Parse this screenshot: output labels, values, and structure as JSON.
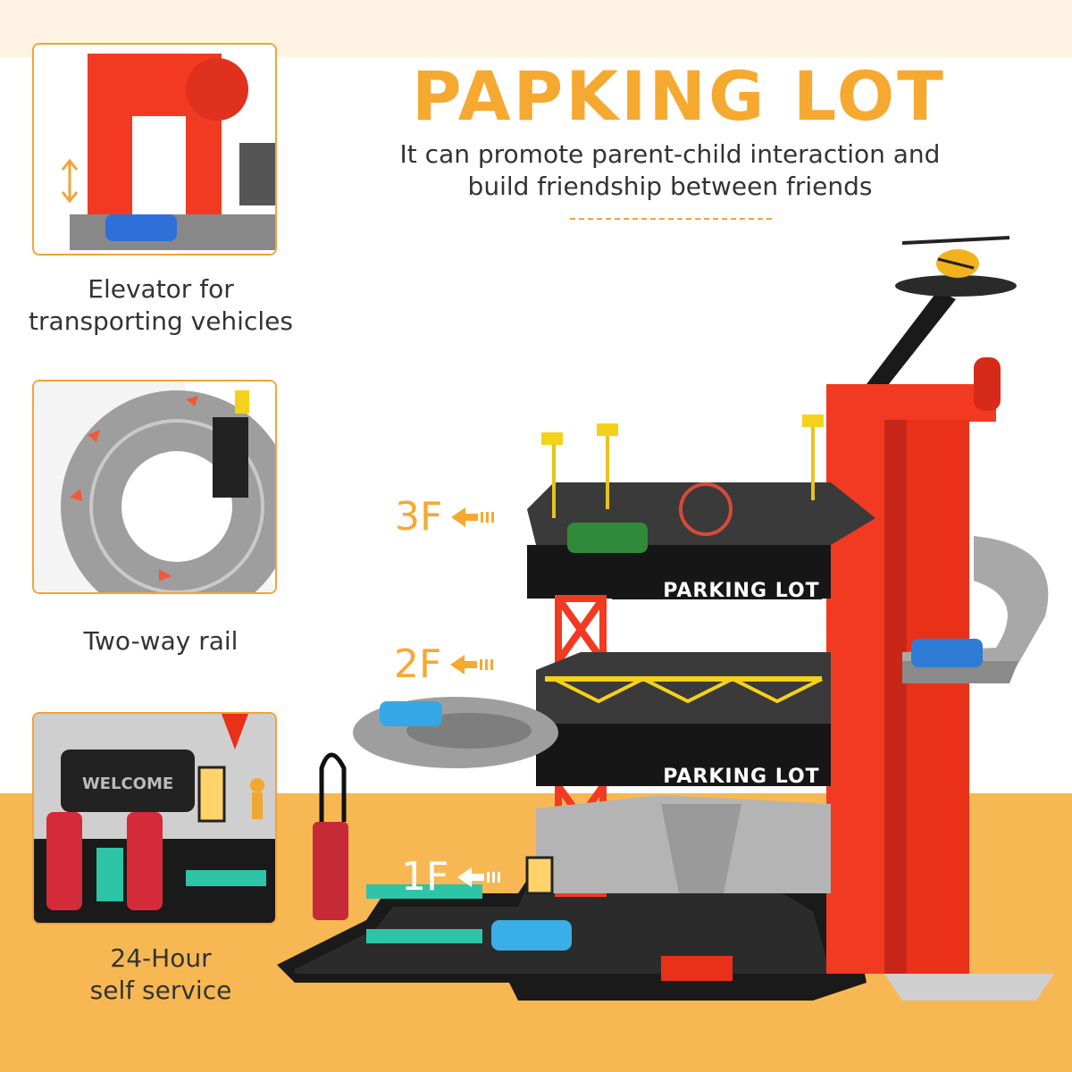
{
  "header": {
    "title": "PAPKING LOT",
    "subtitle_line1": "It can promote parent-child interaction and",
    "subtitle_line2": "build friendship between friends"
  },
  "features": [
    {
      "caption_line1": "Elevator for",
      "caption_line2": "transporting vehicles",
      "icon": "elevator-thumbnail"
    },
    {
      "caption_line1": "Two-way rail",
      "caption_line2": "",
      "icon": "spiral-rail-thumbnail"
    },
    {
      "caption_line1": "24-Hour",
      "caption_line2": "self service",
      "icon": "car-wash-thumbnail"
    }
  ],
  "floors": [
    {
      "label": "3F"
    },
    {
      "label": "2F"
    },
    {
      "label": "1F"
    }
  ],
  "product": {
    "sign_text": "PARKING LOT",
    "welcome_text": "WELCOME"
  },
  "colors": {
    "accent": "#f6a930",
    "bottom_band": "#f7b853",
    "top_band": "#fff3e3",
    "tower_red": "#f23a22",
    "deck_dark": "#1e1e1e",
    "ramp_gray": "#a8a8a8"
  }
}
